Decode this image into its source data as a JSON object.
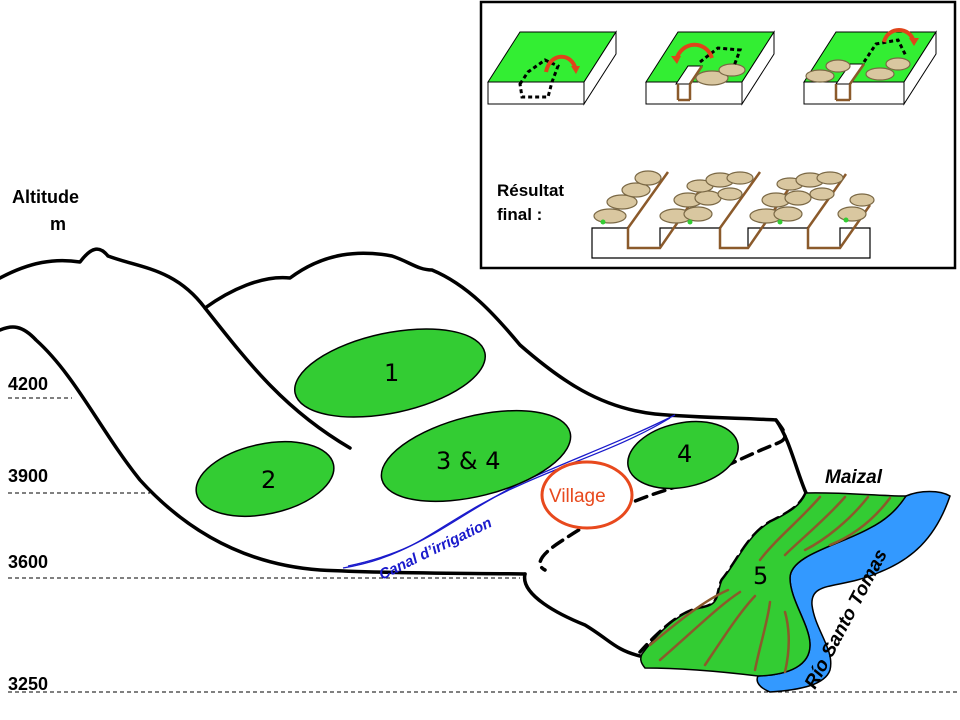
{
  "axis": {
    "title_line1": "Altitude",
    "title_line2": "m",
    "ticks": [
      "4200",
      "3900",
      "3600",
      "3250"
    ]
  },
  "zones": {
    "z1": "1",
    "z2": "2",
    "z34": "3 & 4",
    "z4": "4",
    "z5": "5"
  },
  "places": {
    "village": "Village",
    "canal": "Canal d’irrigation",
    "maizal": "Maizal",
    "river": "Río Santo Tomas"
  },
  "inset": {
    "result_line1": "Résultat",
    "result_line2": "final :"
  },
  "colors": {
    "field_green": "#33cc33",
    "river_blue": "#3399ff",
    "village_red": "#e8491d",
    "canal_blue": "#1a1acc",
    "terrace_brown": "#8b5a2b"
  }
}
